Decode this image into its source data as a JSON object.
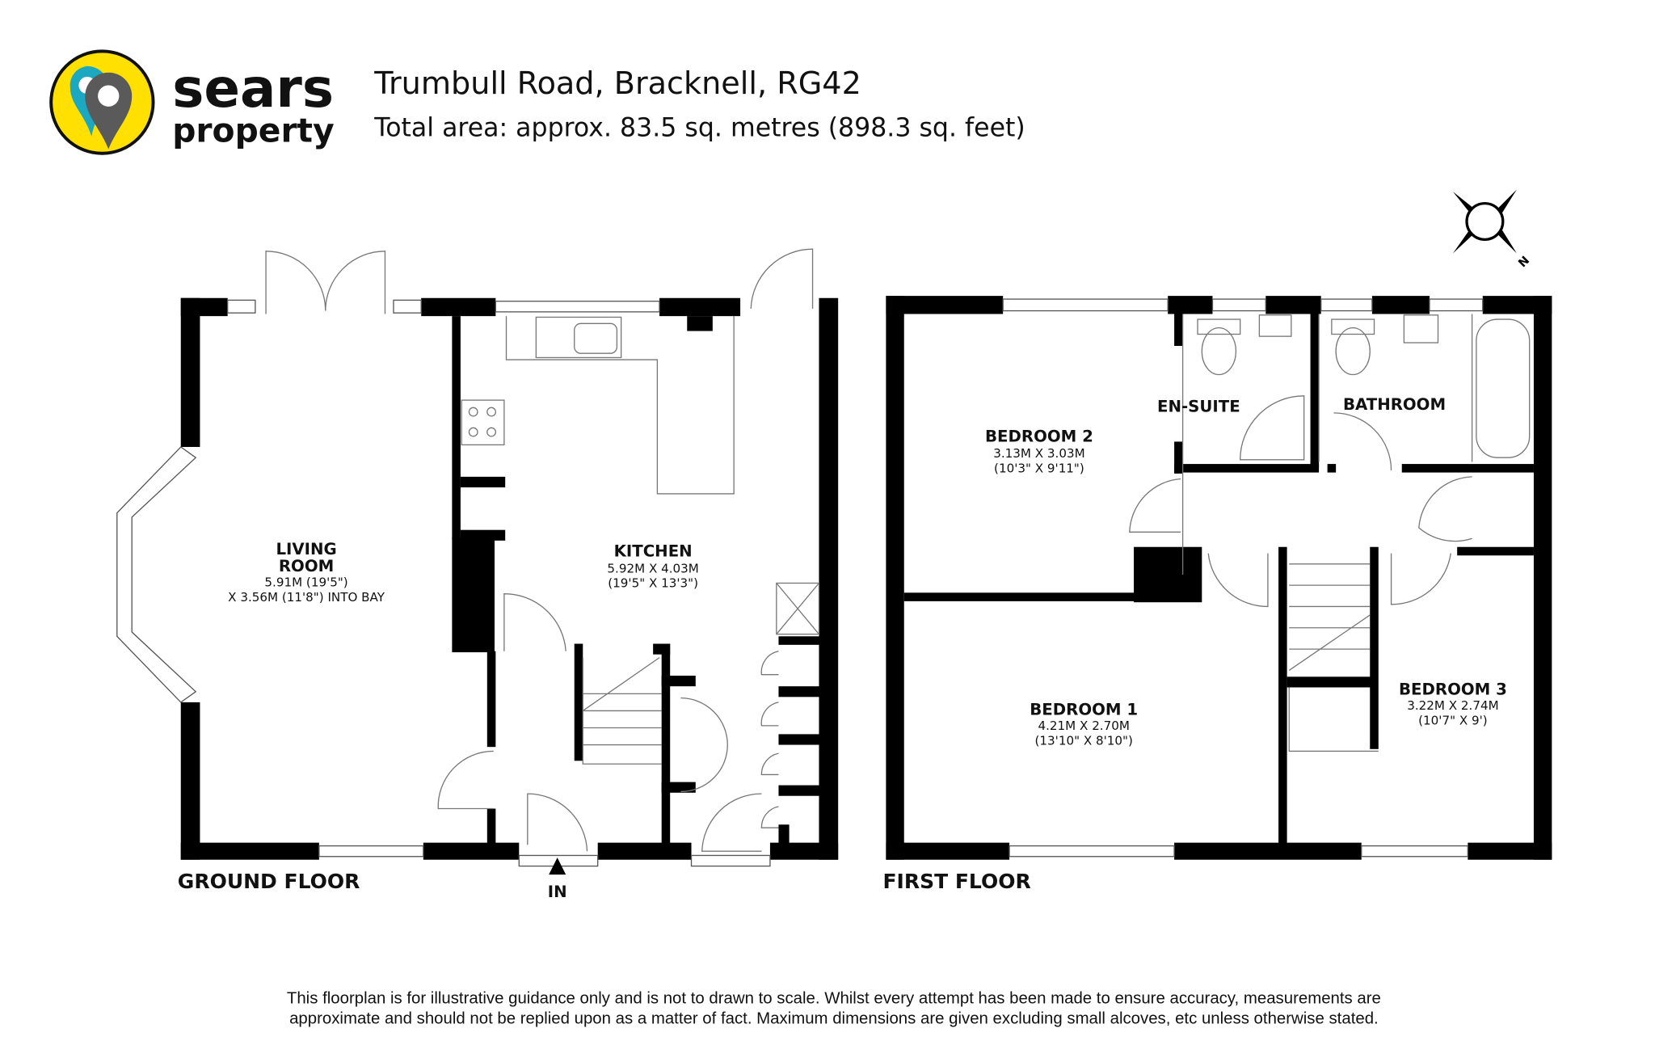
{
  "brand": {
    "name_line1": "sears",
    "name_line2": "property",
    "colors": {
      "yellow": "#FFE000",
      "teal": "#1BA8C0",
      "grey": "#5A5A5A"
    }
  },
  "header": {
    "title": "Trumbull Road, Bracknell, RG42",
    "subtitle": "Total area: approx. 83.5 sq. metres (898.3 sq. feet)"
  },
  "compass": {
    "label": "N"
  },
  "ground_floor": {
    "label": "GROUND FLOOR",
    "entrance_label": "IN",
    "rooms": [
      {
        "name_line1": "LIVING",
        "name_line2": "ROOM",
        "dim1": "5.91M (19'5\")",
        "dim2": "X 3.56M (11'8\") INTO BAY"
      },
      {
        "name": "KITCHEN",
        "dim1": "5.92M X 4.03M",
        "dim2": "(19'5\" X 13'3\")"
      }
    ]
  },
  "first_floor": {
    "label": "FIRST FLOOR",
    "rooms": [
      {
        "name": "BEDROOM 2",
        "dim1": "3.13M X 3.03M",
        "dim2": "(10'3\" X 9'11\")"
      },
      {
        "name": "EN-SUITE"
      },
      {
        "name": "BATHROOM"
      },
      {
        "name": "BEDROOM 1",
        "dim1": "4.21M X 2.70M",
        "dim2": "(13'10\" X 8'10\")"
      },
      {
        "name": "BEDROOM 3",
        "dim1": "3.22M X 2.74M",
        "dim2": "(10'7\" X 9')"
      }
    ]
  },
  "disclaimer": {
    "line1": "This floorplan is for illustrative guidance only and is not to drawn to scale. Whilst every attempt has been made to ensure accuracy, measurements are",
    "line2": "approximate and should not be replied upon as a matter of fact. Maximum dimensions are given excluding small alcoves, etc unless otherwise stated."
  }
}
